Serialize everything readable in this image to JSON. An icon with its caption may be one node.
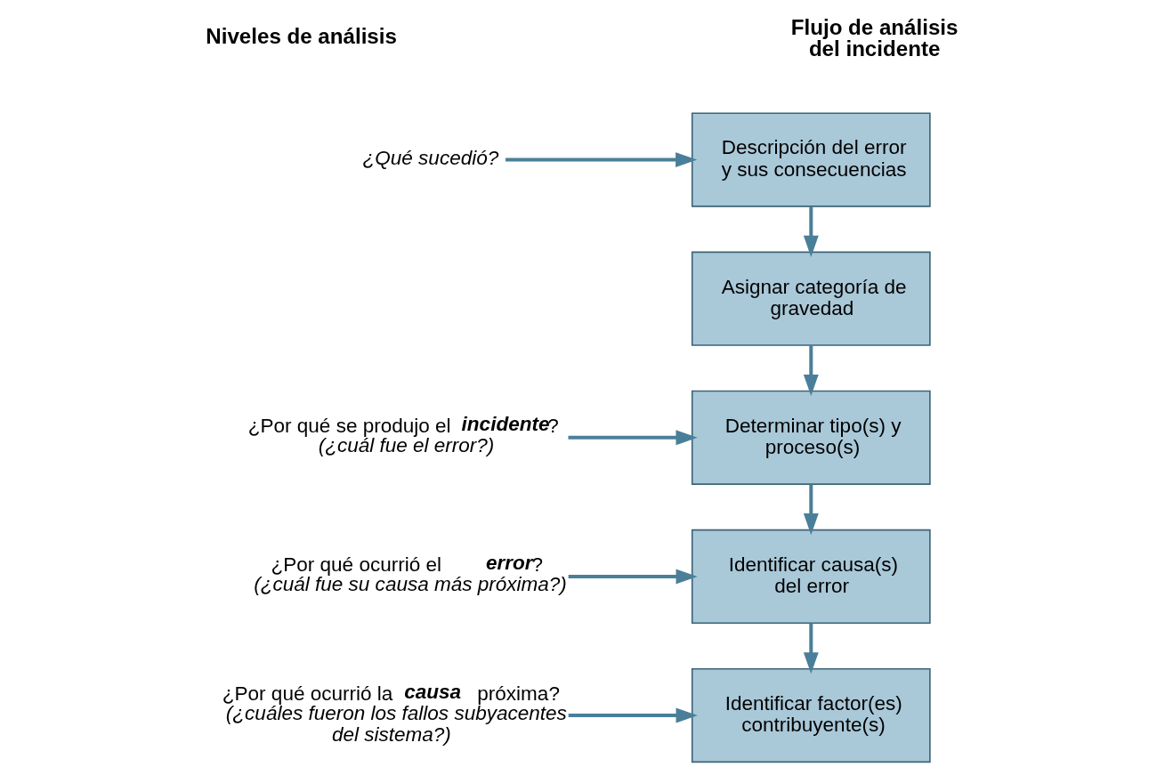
{
  "diagram": {
    "nodes": [
      {
        "text": [
          "¿Qué sucedió?"
        ]
      },
      {
        "text": [
          "Descripción del error y sus consecuencias"
        ]
      },
      {
        "text": [
          "Asignar categoría de gravedad"
        ]
      },
      {
        "text": [
          "¿Por qué se produjo el **incidente**?",
          "(¿cuál fue el error?)"
        ]
      },
      {
        "text": [
          "Determinar tipo(s) y proceso(s)"
        ]
      },
      {
        "text": [
          "¿Por qué ocurrió el **error**?",
          "(¿cuál fue su causa más próxima?)"
        ]
      },
      {
        "text": [
          "Identificar causa(s) del error"
        ]
      },
      {
        "text": [
          "¿Por qué ocurrió la **causa** próxima?",
          "(¿cuáles fueron los fallos subyacentes del sistema?)"
        ]
      },
      {
        "text": [
          "Identificar factor(es) contribuyente(s)"
        ]
      }
    ],
    "edges": [
      {
        "from": 0,
        "to": 1,
        "arrow": "to"
      },
      {
        "from": 1,
        "to": 2,
        "arrow": "to"
      },
      {
        "from": 2,
        "to": 4,
        "arrow": "to"
      },
      {
        "from": 3,
        "to": 4,
        "arrow": "to"
      },
      {
        "from": 4,
        "to": 6,
        "arrow": "to"
      },
      {
        "from": 5,
        "to": 6,
        "arrow": "to"
      },
      {
        "from": 6,
        "to": 8,
        "arrow": "to"
      },
      {
        "from": 7,
        "to": 8,
        "arrow": "to"
      }
    ],
    "labels": [
      "Niveles de análisis",
      "Flujo de análisis del incidente"
    ]
  }
}
